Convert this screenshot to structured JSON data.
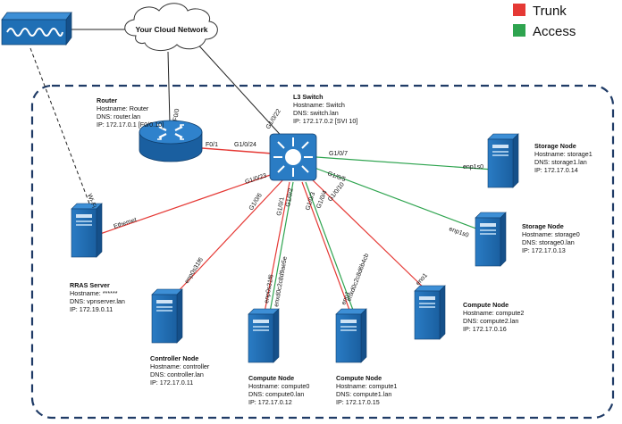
{
  "colors": {
    "trunk": "#e53935",
    "access": "#2ea44f",
    "boundary": "#1f3b66",
    "server": "#1f6fb5"
  },
  "legend": {
    "trunk_label": "Trunk",
    "access_label": "Access"
  },
  "cloud": {
    "label": "Your Cloud Network"
  },
  "router": {
    "title": "Router",
    "lines": [
      "Hostname: Router",
      "DNS: router.lan",
      "IP: 172.17.0.1 [F0/0.10]"
    ]
  },
  "l3switch": {
    "title": "L3 Switch",
    "lines": [
      "Hostname: Switch",
      "DNS: switch.lan",
      "IP: 172.17.0.2 [SVI 10]"
    ]
  },
  "rras": {
    "title": "RRAS Server",
    "lines": [
      "Hostname: ******",
      "DNS: vpnserver.lan",
      "IP: 172.19.0.11"
    ]
  },
  "controller": {
    "title": "Controller Node",
    "lines": [
      "Hostname: controller",
      "DNS: controller.lan",
      "IP: 172.17.0.11"
    ]
  },
  "compute0": {
    "title": "Compute Node",
    "lines": [
      "Hostname: compute0",
      "DNS: compute0.lan",
      "IP: 172.17.0.12"
    ]
  },
  "compute1": {
    "title": "Compute Node",
    "lines": [
      "Hostname: compute1",
      "DNS: compute1.lan",
      "IP: 172.17.0.15"
    ]
  },
  "compute2": {
    "title": "Compute Node",
    "lines": [
      "Hostname: compute2",
      "DNS: compute2.lan",
      "IP: 172.17.0.16"
    ]
  },
  "storage1": {
    "title": "Storage Node",
    "lines": [
      "Hostname: storage1",
      "DNS: storage1.lan",
      "IP: 172.17.0.14"
    ]
  },
  "storage0": {
    "title": "Storage Node",
    "lines": [
      "Hostname: storage0",
      "DNS: storage0.lan",
      "IP: 172.17.0.13"
    ]
  },
  "ports": {
    "router_f0": "F0/0",
    "router_f01": "F0/1",
    "sw_g024": "G1/0/24",
    "sw_g022": "G1/0/22",
    "sw_g023": "G1/0/23",
    "sw_g07": "G1/0/7",
    "sw_g05": "G1/0/5",
    "sw_g06": "G1/0/6",
    "sw_g01": "G1/0/1",
    "sw_g02": "G1/0/2",
    "sw_g03": "G1/0/3",
    "sw_g04": "G1/0/4",
    "sw_g010": "G1/0/10",
    "rras_eth": "Ethernet",
    "rras_wifi": "Wi-Fi",
    "ctrl_nic": "enp0s31f6",
    "c0_nic_a": "enp0s31f6",
    "c0_nic_b": "enxd0c2c8d9ae5e",
    "c1_nic_a": "enxd0c2c8d6b4cb",
    "c1_nic_b": "eno1",
    "c2_nic": "eno1",
    "st1_nic": "enp1s0",
    "st0_nic": "enp1s0"
  }
}
